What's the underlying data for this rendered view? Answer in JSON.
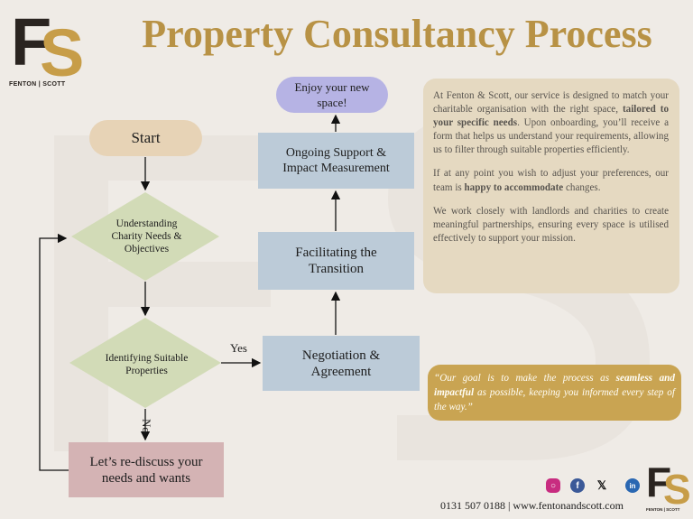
{
  "header": {
    "title": "Property Consultancy Process",
    "logo_letters": "FS",
    "logo_brand": "FENTON | SCOTT"
  },
  "flow": {
    "start": "Start",
    "understand": "Understanding\nCharity Needs &\nObjectives",
    "identify": "Identifying Suitable\nProperties",
    "yes": "Yes",
    "no": "No",
    "rediscuss": "Let’s re-discuss your\nneeds and wants",
    "negotiation": "Negotiation &\nAgreement",
    "facilitating": "Facilitating the\nTransition",
    "ongoing": "Ongoing Support &\nImpact Measurement",
    "enjoy": "Enjoy your new\nspace!"
  },
  "info": {
    "p1_a": "At Fenton & Scott, our service is designed to match your charitable organisation with the right space, ",
    "p1_b": "tailored to your specific needs",
    "p1_c": ". Upon onboarding, you’ll receive a form that helps us understand your requirements, allowing us to filter through suitable properties efficiently.",
    "p2_a": "If at any point you wish to adjust your preferences, our team is ",
    "p2_b": "happy to accommodate",
    "p2_c": " changes.",
    "p3": "We work closely with landlords and charities to create meaningful partnerships, ensuring every space is utilised effectively to support your mission."
  },
  "quote": {
    "a": "“Our goal is to make the process as ",
    "b": "seamless and impactful",
    "c": " as possible, keeping you informed every step of the way.”"
  },
  "footer": {
    "contact": "0131 507 0188  |  www.fentonandscott.com",
    "social": [
      "instagram-icon",
      "facebook-icon",
      "x-icon",
      "linkedin-icon"
    ]
  },
  "colors": {
    "title": "#b89245",
    "start": "#e7d3b6",
    "diamond": "#d2dbb7",
    "process": "#bccbd8",
    "rediscuss": "#d4b3b4",
    "enjoy": "#b6b3e4",
    "info_panel": "#e5d9c1",
    "quote_panel": "#c9a452"
  }
}
